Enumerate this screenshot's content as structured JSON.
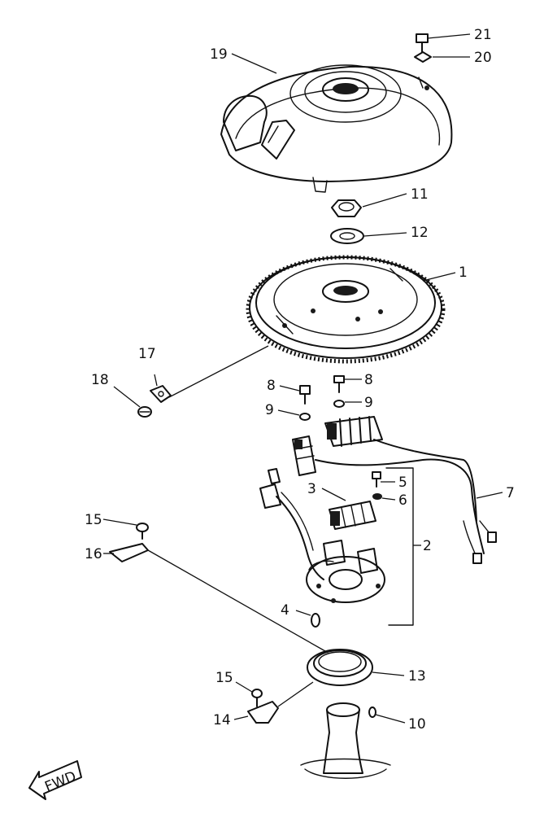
{
  "callouts": {
    "c1": "1",
    "c2": "2",
    "c3": "3",
    "c4": "4",
    "c5": "5",
    "c6": "6",
    "c7": "7",
    "c8a": "8",
    "c8b": "8",
    "c9a": "9",
    "c9b": "9",
    "c10": "10",
    "c11": "11",
    "c12": "12",
    "c13": "13",
    "c14": "14",
    "c15a": "15",
    "c15b": "15",
    "c16": "16",
    "c17": "17",
    "c18": "18",
    "c19": "19",
    "c20": "20",
    "c21": "21"
  },
  "fwd_label": "FWD"
}
